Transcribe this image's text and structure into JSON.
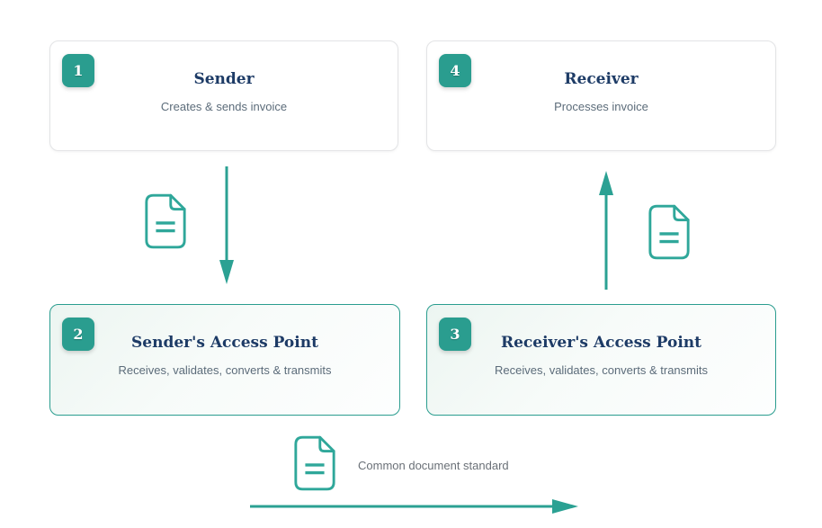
{
  "boxes": [
    {
      "number": "1",
      "title": "Sender",
      "subtitle": "Creates & sends invoice",
      "variant": "plain"
    },
    {
      "number": "4",
      "title": "Receiver",
      "subtitle": "Processes invoice",
      "variant": "plain"
    },
    {
      "number": "2",
      "title": "Sender's Access Point",
      "subtitle": "Receives, validates, converts & transmits",
      "variant": "teal"
    },
    {
      "number": "3",
      "title": "Receiver's Access Point",
      "subtitle": "Receives, validates, converts & transmits",
      "variant": "teal"
    }
  ],
  "labels": {
    "common_standard": "Common document standard"
  },
  "icons": [
    "document-icon-sender-flow",
    "document-icon-receiver-flow",
    "document-icon-common-standard",
    "down-arrow",
    "up-arrow",
    "right-arrow"
  ],
  "colors": {
    "accent_teal": "#2a9d8f",
    "arrow_teal": "#2ba193",
    "icon_teal": "#2fa79a",
    "title_navy": "#1d3b66",
    "subtitle_gray": "#5c6c7a",
    "plain_border_gray": "#e3e4e6",
    "teal_box_tint": "#ecf5f1",
    "background": "#ffffff"
  }
}
